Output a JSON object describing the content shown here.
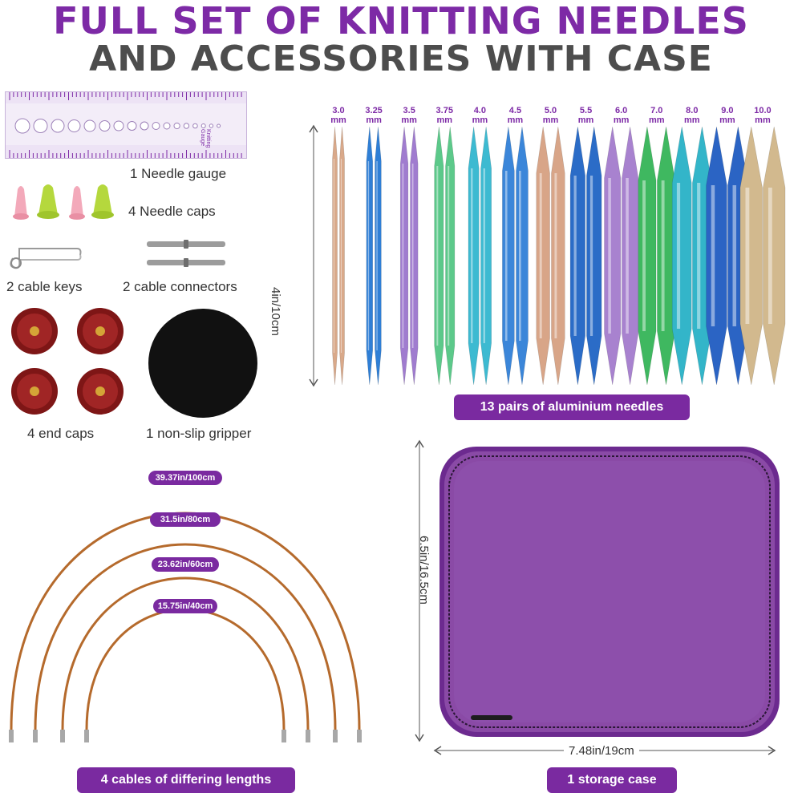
{
  "title": {
    "line1": "FULL SET OF KNITTING NEEDLES",
    "line2": "AND ACCESSORIES WITH CASE"
  },
  "accessories": {
    "gauge_label": "1 Needle gauge",
    "gauge_text": "Knitting Gauge",
    "caps_label": "4 Needle caps",
    "keys_label": "2 cable keys",
    "connectors_label": "2 cable connectors",
    "endcaps_label": "4 end caps",
    "gripper_label": "1 non-slip gripper"
  },
  "needles": {
    "height_label": "4in/10cm",
    "caption": "13 pairs of aluminium needles",
    "sizes": [
      {
        "size": "3.0",
        "unit": "mm",
        "color": "#d9a98a"
      },
      {
        "size": "3.25",
        "unit": "mm",
        "color": "#2f7fd6"
      },
      {
        "size": "3.5",
        "unit": "mm",
        "color": "#a07ccf"
      },
      {
        "size": "3.75",
        "unit": "mm",
        "color": "#5cc98a"
      },
      {
        "size": "4.0",
        "unit": "mm",
        "color": "#3dbad1"
      },
      {
        "size": "4.5",
        "unit": "mm",
        "color": "#3b86d9"
      },
      {
        "size": "5.0",
        "unit": "mm",
        "color": "#d8a588"
      },
      {
        "size": "5.5",
        "unit": "mm",
        "color": "#2b6cc7"
      },
      {
        "size": "6.0",
        "unit": "mm",
        "color": "#a882cf"
      },
      {
        "size": "7.0",
        "unit": "mm",
        "color": "#3fb860"
      },
      {
        "size": "8.0",
        "unit": "mm",
        "color": "#33b5c9"
      },
      {
        "size": "9.0",
        "unit": "mm",
        "color": "#2b64c4"
      },
      {
        "size": "10.0",
        "unit": "mm",
        "color": "#d2b98e"
      }
    ]
  },
  "cables": {
    "caption": "4 cables of differing lengths",
    "lengths": [
      "39.37in/100cm",
      "31.5in/80cm",
      "23.62in/60cm",
      "15.75in/40cm"
    ]
  },
  "case": {
    "caption": "1 storage case",
    "height_label": "6.5in/16.5cm",
    "width_label": "7.48in/19cm",
    "color": "#8a4aa6"
  },
  "colors": {
    "accent_purple": "#7a2aa0",
    "title_gray": "#4d4d4d",
    "cable_brown": "#b56a2c",
    "end_cap_red": "#8e1b1b"
  }
}
